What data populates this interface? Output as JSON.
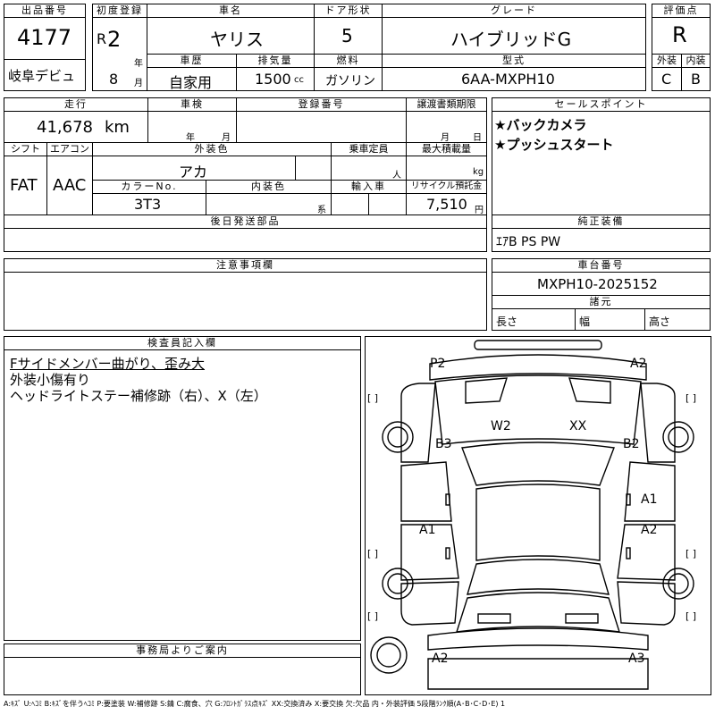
{
  "labels": {
    "lot_no": "出品番号",
    "first_reg": "初度登録",
    "car_name": "車名",
    "door": "ドア形状",
    "grade": "グレード",
    "score": "評価点",
    "history": "車歴",
    "displacement": "排気量",
    "fuel": "燃料",
    "model": "型式",
    "exterior": "外装",
    "interior": "内装",
    "mileage": "走行",
    "inspection": "車検",
    "reg_no": "登録番号",
    "transfer": "譲渡書類期限",
    "selling_points": "セールスポイント",
    "shift": "シフト",
    "aircon": "エアコン",
    "ext_color": "外装色",
    "capacity": "乗車定員",
    "max_load": "最大積載量",
    "color_no": "カラーNo.",
    "int_color": "内装色",
    "import": "輸入車",
    "recycle": "リサイクル預託金",
    "later_parts": "後日発送部品",
    "genuine": "純正装備",
    "notes": "注意事項欄",
    "chassis": "車台番号",
    "dimensions": "諸元",
    "length": "長さ",
    "width": "幅",
    "height": "高さ",
    "inspector": "検査員記入欄",
    "office": "事務局よりご案内"
  },
  "values": {
    "lot_no": "4177",
    "venue": "岐阜デビュ",
    "era": "R",
    "year": "2",
    "year_unit": "年",
    "month": "8",
    "month_unit": "月",
    "car_name": "ヤリス",
    "door": "5",
    "grade": "ハイブリッドG",
    "score": "R",
    "history": "自家用",
    "displacement": "1500",
    "displacement_unit": "cc",
    "fuel": "ガソリン",
    "model": "6AA-MXPH10",
    "exterior": "C",
    "interior": "B",
    "mileage": "41,678",
    "mileage_unit": "km",
    "insp_year_unit": "年",
    "insp_month_unit": "月",
    "transfer_month_unit": "月",
    "transfer_day_unit": "日",
    "shift": "FAT",
    "aircon": "AAC",
    "ext_color": "アカ",
    "capacity_unit": "人",
    "max_load_unit": "kg",
    "color_no": "3T3",
    "int_color_unit": "系",
    "recycle": "7,510",
    "recycle_unit": "円",
    "genuine": "ｴｱB PS PW",
    "chassis": "MXPH10-2025152"
  },
  "selling_points": [
    "★バックカメラ",
    "★プッシュスタート"
  ],
  "inspector_notes": [
    "Fサイドメンバー曲がり、歪み大",
    "外装小傷有り",
    "ヘッドライトステー補修跡（右）、X（左）"
  ],
  "diagram_marks": {
    "p2": "P2",
    "a2_top": "A2",
    "w2": "W2",
    "xx": "XX",
    "b3": "B3",
    "b2": "B2",
    "a1_right": "A1",
    "a1_left": "A1",
    "a2_right": "A2",
    "a2_bottom_left": "A2",
    "a3": "A3",
    "bracket": "[  ]"
  },
  "legend": "A:ｷｽﾞ U:ﾍｺﾐ B:ｷｽﾞを伴うﾍｺﾐ P:要塗装 W:補修跡 S:錆 C:腐食、穴 G:ﾌﾛﾝﾄｶﾞﾗｽ点ｷｽﾞ XX:交換済み X:要交換 欠:欠品 内・外装評価 5段階ﾗﾝｸ順(A･B･C･D･E) 1"
}
